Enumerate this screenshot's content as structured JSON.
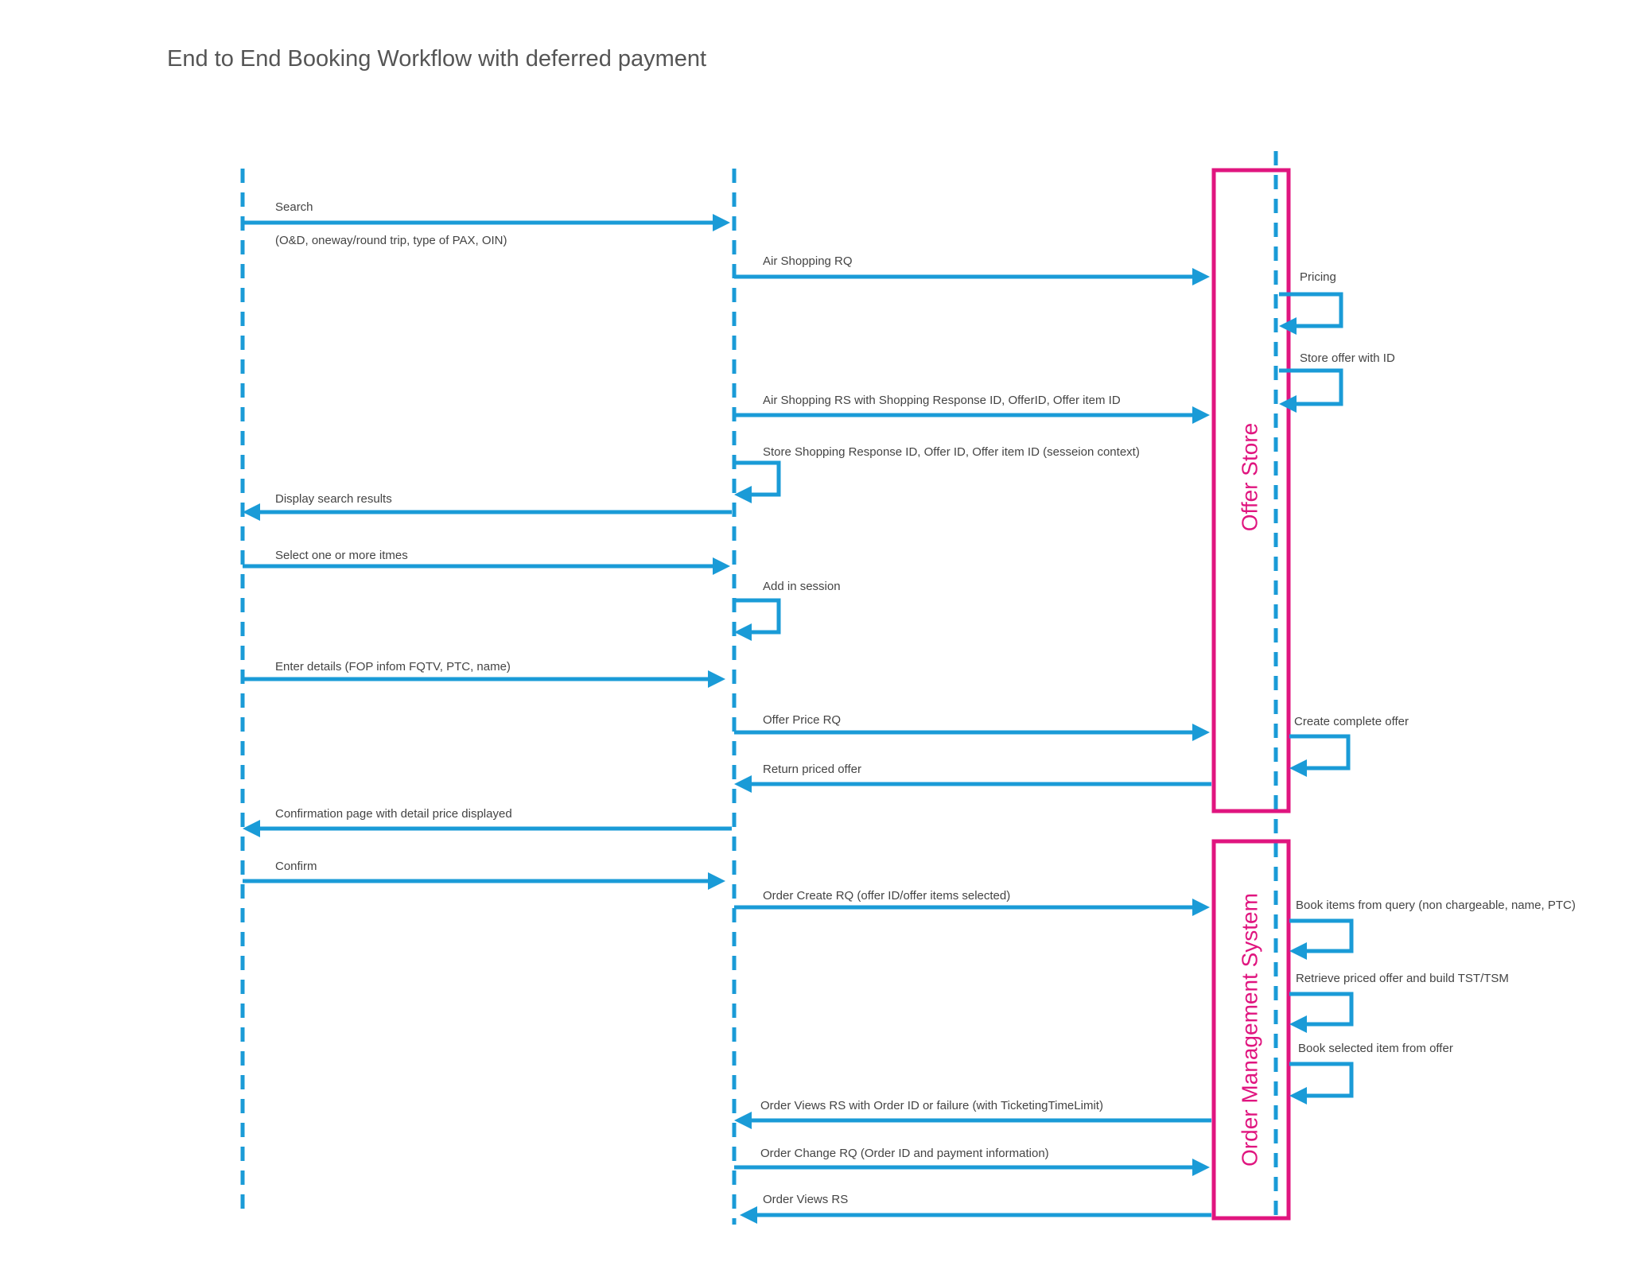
{
  "title": "End to End Booking Workflow with deferred payment",
  "colors": {
    "arrow": "#1a9bd7",
    "system": "#e0157f",
    "text": "#444444",
    "title": "#555555"
  },
  "systems": {
    "offer_store": "Offer Store",
    "order_management": "Order Management System"
  },
  "messages": [
    {
      "name": "search",
      "text": "Search",
      "sub": "(O&D, oneway/round trip, type of PAX, OIN)"
    },
    {
      "name": "air-shopping-rq",
      "text": "Air Shopping RQ"
    },
    {
      "name": "pricing",
      "text": "Pricing"
    },
    {
      "name": "store-offer",
      "text": "Store offer with ID"
    },
    {
      "name": "air-shopping-rs",
      "text": "Air Shopping RS with Shopping Response ID, OfferID, Offer item ID"
    },
    {
      "name": "store-shopping-response",
      "text": "Store Shopping Response ID, Offer ID, Offer item ID (sesseion context)"
    },
    {
      "name": "display-search-results",
      "text": "Display search results"
    },
    {
      "name": "select-items",
      "text": "Select one or more itmes"
    },
    {
      "name": "add-in-session",
      "text": "Add in session"
    },
    {
      "name": "enter-details",
      "text": "Enter details (FOP infom FQTV, PTC, name)"
    },
    {
      "name": "offer-price-rq",
      "text": "Offer Price RQ"
    },
    {
      "name": "create-complete-offer",
      "text": "Create complete offer"
    },
    {
      "name": "return-priced-offer",
      "text": "Return priced offer"
    },
    {
      "name": "confirmation-page",
      "text": "Confirmation page with detail price displayed"
    },
    {
      "name": "confirm",
      "text": "Confirm"
    },
    {
      "name": "order-create-rq",
      "text": "Order Create RQ (offer ID/offer items selected)"
    },
    {
      "name": "book-items-from-query",
      "text": "Book items from query (non chargeable, name, PTC)"
    },
    {
      "name": "retrieve-priced-offer",
      "text": "Retrieve priced offer and build TST/TSM"
    },
    {
      "name": "book-selected-item",
      "text": "Book selected item from offer"
    },
    {
      "name": "order-views-rs-1",
      "text": "Order Views RS with Order ID or failure (with TicketingTimeLimit)"
    },
    {
      "name": "order-change-rq",
      "text": "Order Change RQ (Order ID and payment information)"
    },
    {
      "name": "order-views-rs-2",
      "text": "Order Views RS"
    }
  ]
}
